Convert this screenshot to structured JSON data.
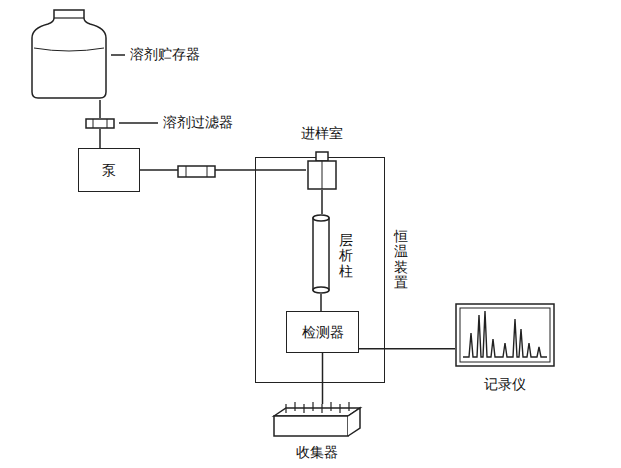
{
  "diagram": {
    "nodes": [
      {
        "text": [
          "溶剂贮存器"
        ]
      },
      {
        "text": [
          "溶剂过滤器"
        ]
      },
      {
        "text": [
          "泵"
        ]
      },
      {
        "text": [
          "恒温装置"
        ]
      },
      {
        "text": [
          "进样室"
        ],
        "in": 3
      },
      {
        "text": [
          "层析柱"
        ],
        "in": 3
      },
      {
        "text": [
          "检测器"
        ],
        "in": 3
      },
      {
        "text": [
          "记录仪"
        ]
      },
      {
        "text": [
          "收集器"
        ]
      }
    ],
    "edges": [
      {
        "from": 0,
        "to": 1,
        "arrow": "none"
      },
      {
        "from": 1,
        "to": 2,
        "arrow": "none"
      },
      {
        "from": 2,
        "to": 4,
        "arrow": "none"
      },
      {
        "from": 4,
        "to": 5,
        "arrow": "none"
      },
      {
        "from": 5,
        "to": 6,
        "arrow": "none"
      },
      {
        "from": 6,
        "to": 7,
        "arrow": "none"
      },
      {
        "from": 6,
        "to": 8,
        "arrow": "none"
      }
    ]
  }
}
